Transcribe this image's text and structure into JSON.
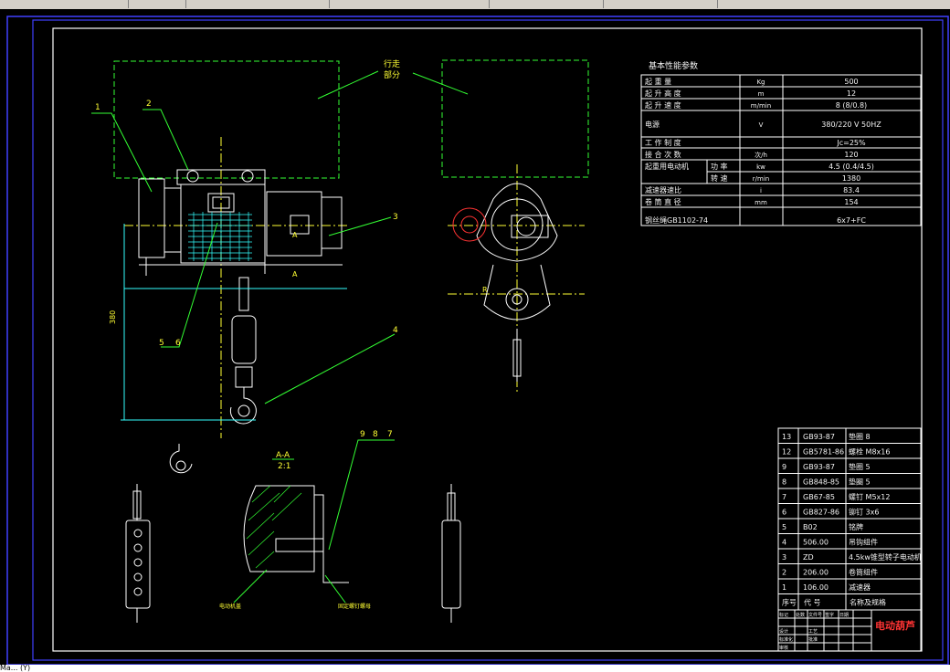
{
  "drawing": {
    "travel_label": [
      "行走",
      "部分"
    ],
    "callouts": [
      "1",
      "2",
      "3",
      "4",
      "5",
      "6",
      "7",
      "8",
      "9"
    ],
    "section_label": "A-A",
    "section_scale": "2:1",
    "view_marks": [
      "A",
      "A"
    ],
    "dim_height": "380",
    "note_left": "电动机盖",
    "note_right": "固定螺钉螺母",
    "params_title": "基本性能参数"
  },
  "params": [
    {
      "name": "起  重  量",
      "unit": "Kg",
      "value": "500"
    },
    {
      "name": "起  升  高  度",
      "unit": "m",
      "value": "12"
    },
    {
      "name": "起  升  速  度",
      "unit": "m/min",
      "value": "8  (8/0.8)"
    },
    {
      "name": "电源",
      "unit": "V",
      "value": "380/220 V          50HZ"
    },
    {
      "name": "工  作  制  度",
      "unit": "",
      "value": "Jc=25%"
    },
    {
      "name": "接  合  次  数",
      "unit": "次/h",
      "value": "120"
    },
    {
      "name": "起重用电动机",
      "sub": "功 率",
      "unit": "kw",
      "value": "4.5  (0.4/4.5)"
    },
    {
      "name": "",
      "sub": "转 速",
      "unit": "r/min",
      "value": "1380"
    },
    {
      "name": "减速器速比",
      "unit": "i",
      "value": "83.4"
    },
    {
      "name": "卷  筒  直  径",
      "unit": "mm",
      "value": "154"
    },
    {
      "name": "钢丝绳GB1102-74",
      "unit": "",
      "value": "6x7+FC"
    }
  ],
  "bom": [
    {
      "no": "13",
      "code": "GB93-87",
      "name": "垫圈  8"
    },
    {
      "no": "12",
      "code": "GB5781-86",
      "name": "螺栓  M8x16"
    },
    {
      "no": "9",
      "code": "GB93-87",
      "name": "垫圈  5"
    },
    {
      "no": "8",
      "code": "GB848-85",
      "name": "垫圈  5"
    },
    {
      "no": "7",
      "code": "GB67-85",
      "name": "螺钉  M5x12"
    },
    {
      "no": "6",
      "code": "GB827-86",
      "name": "铆钉  3x6"
    },
    {
      "no": "5",
      "code": "B02",
      "name": "铭牌"
    },
    {
      "no": "4",
      "code": "506.00",
      "name": "吊钩组件"
    },
    {
      "no": "3",
      "code": "ZD",
      "name": "4.5kw锥型转子电动机"
    },
    {
      "no": "2",
      "code": "206.00",
      "name": "卷筒组件"
    },
    {
      "no": "1",
      "code": "106.00",
      "name": "减速器"
    }
  ],
  "bom_header": {
    "no": "序号",
    "code": "代    号",
    "name": "名称及规格"
  },
  "title_block": {
    "title": "电动葫芦",
    "cells": [
      "标记",
      "处数",
      "文件号",
      "签字",
      "日期",
      "设计",
      "标准化",
      "审核",
      "工艺",
      "批准"
    ]
  },
  "command_line": "Ma... (Y)"
}
